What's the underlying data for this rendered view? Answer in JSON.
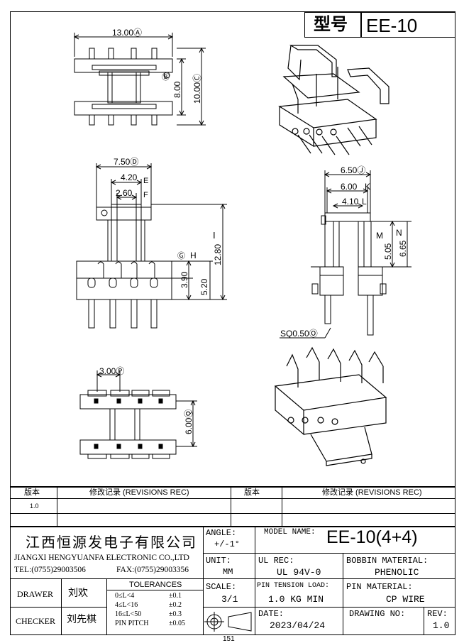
{
  "model_box": {
    "label": "型号",
    "value": "EE-10"
  },
  "dims": {
    "a": "13.00Ⓐ",
    "b": "Ⓑ",
    "b_val": "8.00",
    "c": "10.00Ⓒ",
    "d": "7.50Ⓓ",
    "e": "4.20",
    "e_tag": "E",
    "f": "2.60",
    "f_tag": "F",
    "g": "Ⓖ",
    "h": "H",
    "g_val": "3.90",
    "h_val": "5.20",
    "i_val": "12.80",
    "i_tag": "I",
    "j": "6.50Ⓙ",
    "k": "6.00",
    "k_tag": "K",
    "l": "4.10",
    "l_tag": "L",
    "m_tag": "M",
    "m_val": "5.05",
    "n_tag": "N",
    "n_val": "6.65",
    "o": "SQ0.50Ⓞ",
    "p": "3.00Ⓟ",
    "q": "6.00Ⓠ"
  },
  "revisions": {
    "col1": "版本",
    "col2": "修改记录 (REVISIONS REC)",
    "col3": "版本",
    "col4": "修改记录 (REVISIONS REC)",
    "row1_ver": "1.0"
  },
  "company": {
    "name_cn": "江西恒源发电子有限公司",
    "name_en": "JIANGXI HENGYUANFA ELECTRONIC CO.,LTD",
    "tel": "TEL:(0755)29003506",
    "fax": "FAX:(0755)29003356"
  },
  "angle": {
    "label": "ANGLE:",
    "value": "+/-1°"
  },
  "model_name": {
    "label": "MODEL NAME:",
    "value": "EE-10(4+4)"
  },
  "unit": {
    "label": "UNIT:",
    "value": "MM"
  },
  "ul_rec": {
    "label": "UL REC:",
    "value": "UL 94V-0"
  },
  "bobbin_material": {
    "label": "BOBBIN MATERIAL:",
    "value": "PHENOLIC"
  },
  "drawer": {
    "label": "DRAWER",
    "value": "刘欢"
  },
  "checker": {
    "label": "CHECKER",
    "value": "刘先棋"
  },
  "tolerances": {
    "title": "TOLERANCES",
    "rows": [
      {
        "range": "0≤L<4",
        "tol": "±0.1"
      },
      {
        "range": "4≤L<16",
        "tol": "±0.2"
      },
      {
        "range": "16≤L<50",
        "tol": "±0.3"
      },
      {
        "range": "PIN PITCH",
        "tol": "±0.05"
      }
    ]
  },
  "scale": {
    "label": "SCALE:",
    "value": "3/1"
  },
  "pin_tension": {
    "label": "PIN TENSION LOAD:",
    "value": "1.0 KG MIN"
  },
  "pin_material": {
    "label": "PIN MATERIAL:",
    "value": "CP WIRE"
  },
  "date": {
    "label": "DATE:",
    "value": "2023/04/24"
  },
  "drawing_no": {
    "label": "DRAWING NO:",
    "value": ""
  },
  "rev": {
    "label": "REV:",
    "value": "1.0"
  },
  "page_number": "151"
}
